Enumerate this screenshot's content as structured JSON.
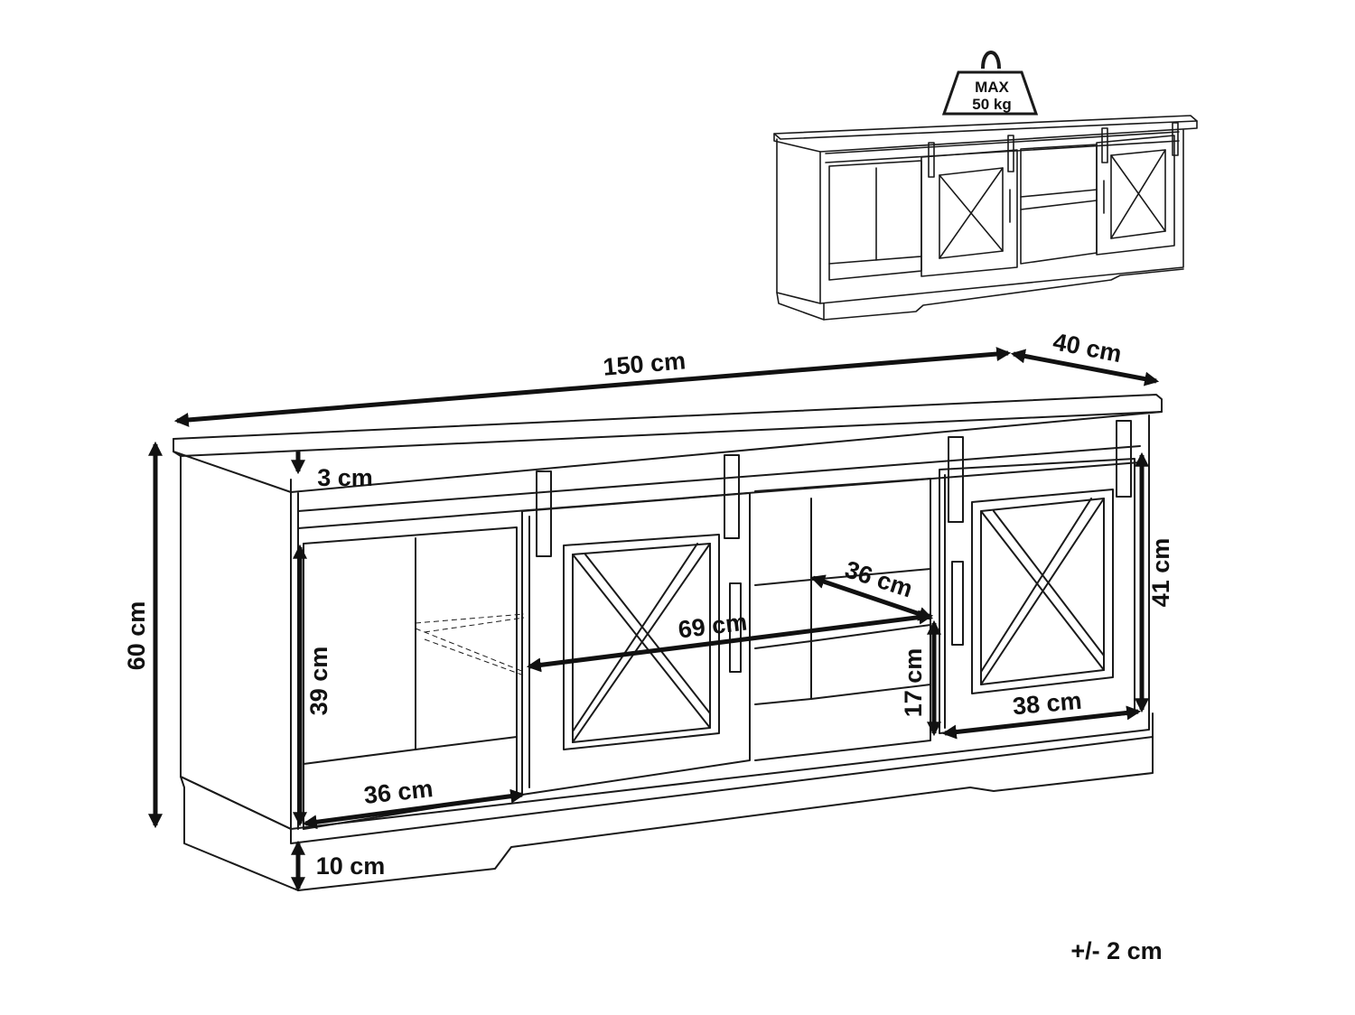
{
  "weight": {
    "line1": "MAX",
    "line2": "50 kg"
  },
  "dimensions": {
    "width": "150 cm",
    "depth": "40 cm",
    "height": "60 cm",
    "top_thickness": "3 cm",
    "left_compartment_height": "39 cm",
    "left_compartment_depth": "36 cm",
    "base_height": "10 cm",
    "shelf_depth": "36 cm",
    "shelf_width": "69 cm",
    "shelf_height": "17 cm",
    "door_width": "38 cm",
    "door_height": "41 cm"
  },
  "tolerance": "+/- 2 cm"
}
